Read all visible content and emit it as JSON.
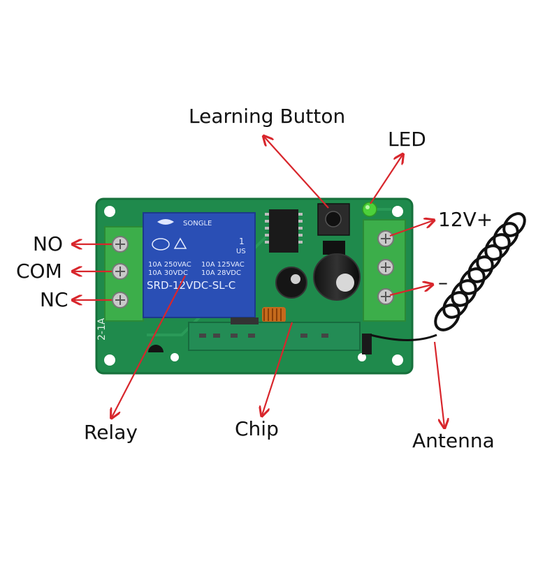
{
  "labels": {
    "learning_button": "Learning Button",
    "led": "LED",
    "power_positive": "12V+",
    "power_negative": "–",
    "no": "NO",
    "com": "COM",
    "nc": "NC",
    "relay": "Relay",
    "chip": "Chip",
    "antenna": "Antenna"
  },
  "relay_markings": {
    "brand": "SONGLE",
    "rating_left_1": "10A 250VAC",
    "rating_left_2": "10A  30VDC",
    "rating_right_1": "10A 125VAC",
    "rating_right_2": "10A  28VDC",
    "model": "SRD-12VDC-SL-C",
    "cert_ul": "US",
    "cert_num": "1"
  },
  "pcb_marking": "2-1A",
  "colors": {
    "pcb": "#1f8a4c",
    "terminal": "#3cae4a",
    "relay": "#2a4fb5",
    "arrow": "#d8262c",
    "led": "#4cd13a"
  }
}
